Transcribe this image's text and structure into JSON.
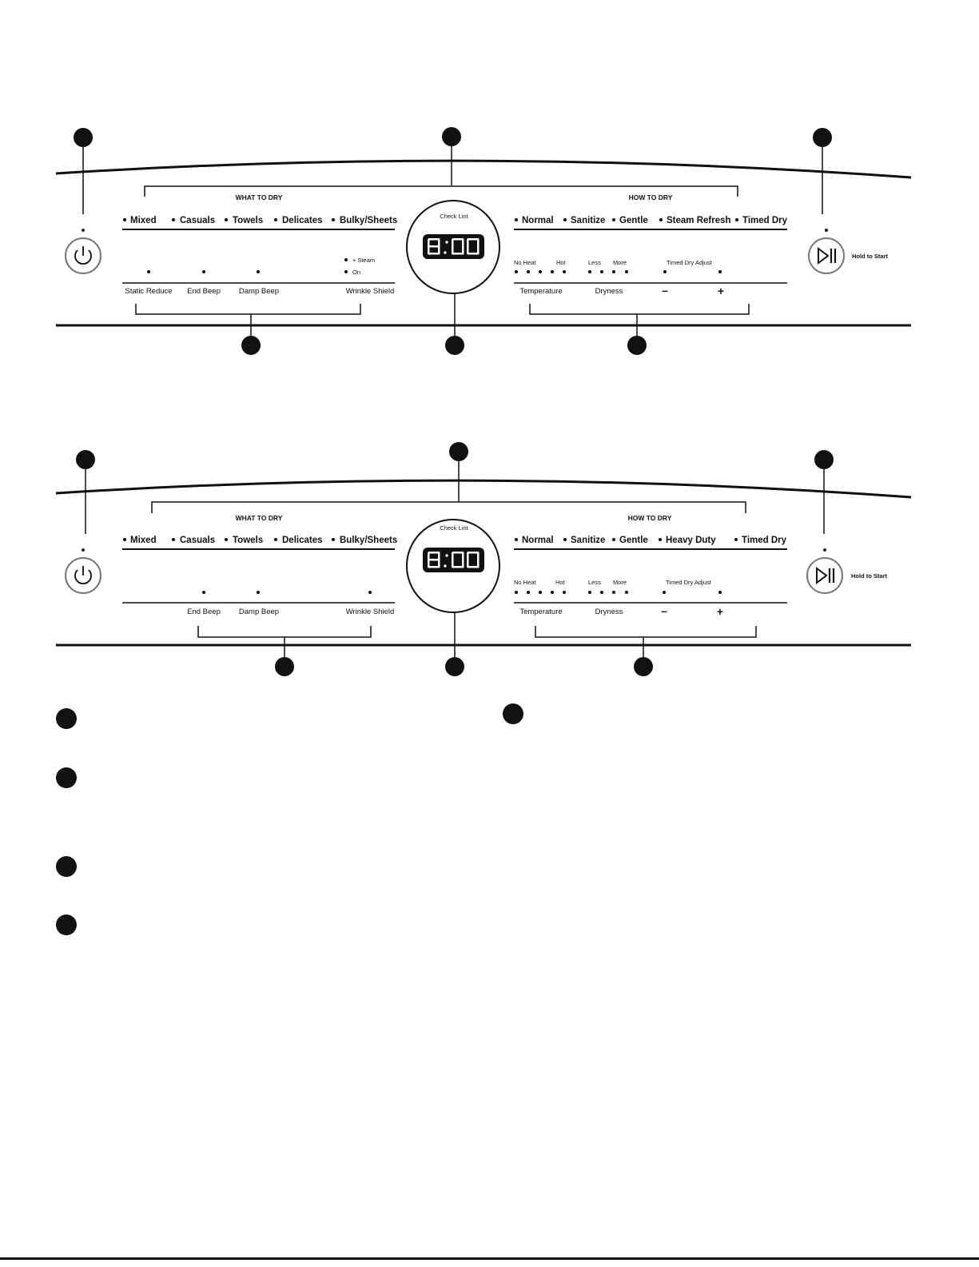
{
  "panels": [
    {
      "what_to_dry": {
        "header": "WHAT TO DRY",
        "options": [
          "Mixed",
          "Casuals",
          "Towels",
          "Delicates",
          "Bulky/Sheets"
        ],
        "modifiers": [
          "Static Reduce",
          "End Beep",
          "Damp Beep",
          "Wrinkle Shield"
        ],
        "wrinkle_levels": [
          "+ Steam",
          "On"
        ]
      },
      "center": {
        "check_lint": "Check Lint"
      },
      "how_to_dry": {
        "header": "HOW TO DRY",
        "options": [
          "Normal",
          "Sanitize",
          "Gentle",
          "Steam Refresh",
          "Timed Dry"
        ],
        "scale_labels": {
          "no_heat": "No Heat",
          "hot": "Hot",
          "less": "Less",
          "more": "More",
          "timed_dry_adjust": "Timed Dry Adjust"
        },
        "controls": {
          "temperature": "Temperature",
          "dryness": "Dryness",
          "minus": "–",
          "plus": "+"
        }
      },
      "start": {
        "label": "Hold to Start"
      }
    },
    {
      "what_to_dry": {
        "header": "WHAT TO DRY",
        "options": [
          "Mixed",
          "Casuals",
          "Towels",
          "Delicates",
          "Bulky/Sheets"
        ],
        "modifiers": [
          "End Beep",
          "Damp Beep",
          "Wrinkle Shield"
        ]
      },
      "center": {
        "check_lint": "Check Lint"
      },
      "how_to_dry": {
        "header": "HOW TO DRY",
        "options": [
          "Normal",
          "Sanitize",
          "Gentle",
          "Heavy Duty",
          "Timed Dry"
        ],
        "scale_labels": {
          "no_heat": "No Heat",
          "hot": "Hot",
          "less": "Less",
          "more": "More",
          "timed_dry_adjust": "Timed Dry Adjust"
        },
        "controls": {
          "temperature": "Temperature",
          "dryness": "Dryness",
          "minus": "–",
          "plus": "+"
        }
      },
      "start": {
        "label": "Hold to Start"
      }
    }
  ],
  "icons": {
    "power": "power-icon",
    "start_pause": "play-pause-icon"
  },
  "colors": {
    "ink": "#111111",
    "display": "#111111",
    "ring": "#666666"
  }
}
